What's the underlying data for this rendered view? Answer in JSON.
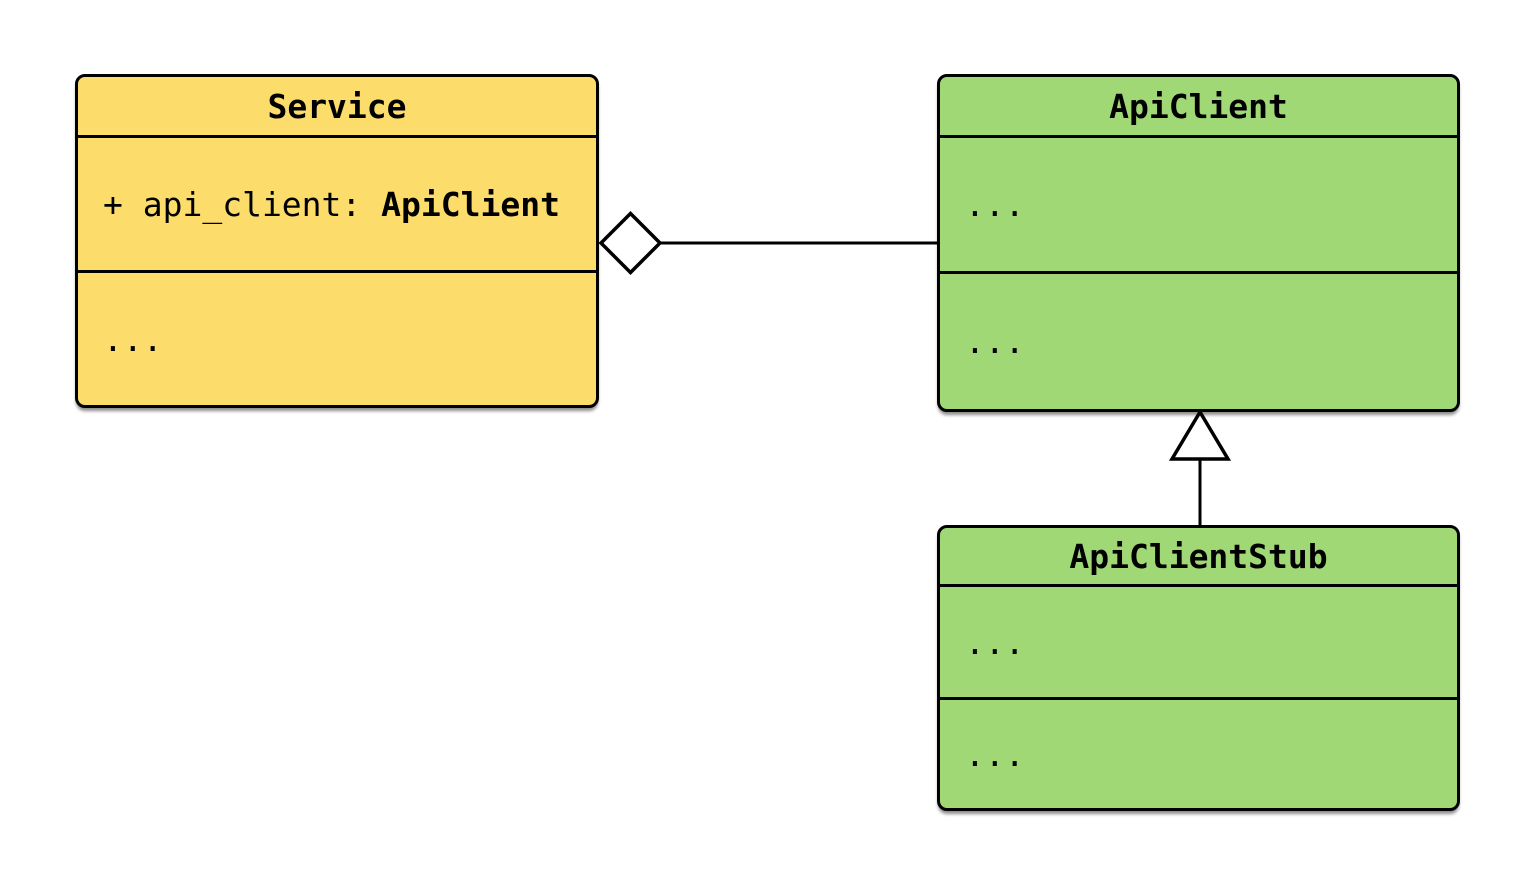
{
  "diagram": {
    "kind": "uml-class-diagram",
    "background_color": "#ffffff",
    "stroke_color": "#000000",
    "classes": [
      {
        "name": "Service",
        "fill": "#fcdc6b",
        "attribute": {
          "prefix": "+ api_client: ",
          "type": "ApiClient"
        },
        "methods_placeholder": "..."
      },
      {
        "name": "ApiClient",
        "fill": "#a0d876",
        "attributes_placeholder": "...",
        "methods_placeholder": "..."
      },
      {
        "name": "ApiClientStub",
        "fill": "#a0d876",
        "attributes_placeholder": "...",
        "methods_placeholder": "..."
      }
    ],
    "relationships": [
      {
        "type": "aggregation",
        "from": "Service",
        "to": "ApiClient",
        "marker": "open-diamond"
      },
      {
        "type": "inheritance",
        "from": "ApiClientStub",
        "to": "ApiClient",
        "marker": "open-triangle"
      }
    ]
  }
}
